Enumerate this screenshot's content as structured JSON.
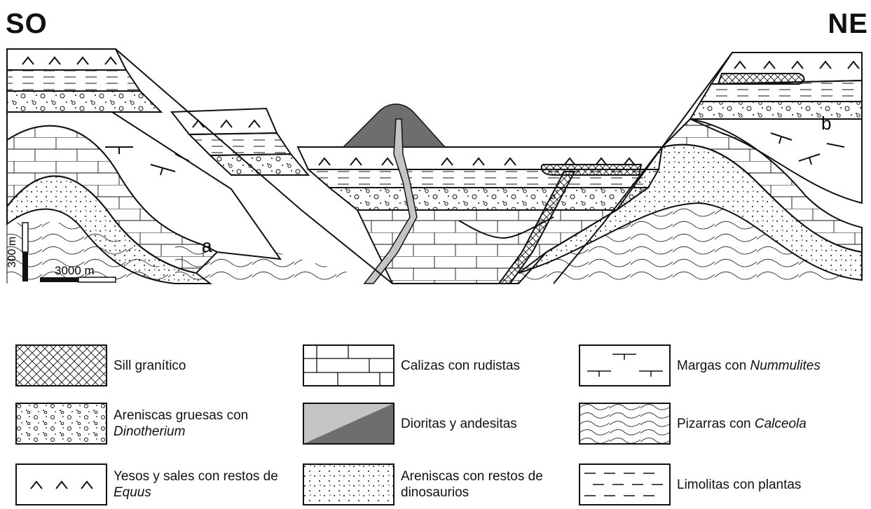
{
  "header": {
    "left": "SO",
    "right": "NE"
  },
  "section": {
    "labels": {
      "a": "a",
      "b": "b"
    },
    "scale": {
      "vertical": "300 m",
      "horizontal": "3000 m"
    }
  },
  "legend": [
    {
      "pattern": "crosshatch",
      "text": "Sill granítico",
      "italic": ""
    },
    {
      "pattern": "limestone",
      "text": "Calizas con rudistas",
      "italic": ""
    },
    {
      "pattern": "marls",
      "text": "Margas con ",
      "italic": "Nummulites"
    },
    {
      "pattern": "coarse-sandstone",
      "text": "Areniscas gruesas con ",
      "italic": "Dinotherium"
    },
    {
      "pattern": "diorite",
      "text": "Dioritas y andesitas",
      "italic": ""
    },
    {
      "pattern": "slate",
      "text": "Pizarras con ",
      "italic": "Calceola"
    },
    {
      "pattern": "gypsum",
      "text": "Yesos y sales con restos de ",
      "italic": "Equus"
    },
    {
      "pattern": "sandstone",
      "text": "Areniscas con restos de dinosaurios",
      "italic": ""
    },
    {
      "pattern": "siltstone",
      "text": "Limolitas con plantas",
      "italic": ""
    }
  ],
  "colors": {
    "diorite_dark": "#6e6e6e",
    "diorite_light": "#c4c4c4",
    "line": "#111111"
  }
}
